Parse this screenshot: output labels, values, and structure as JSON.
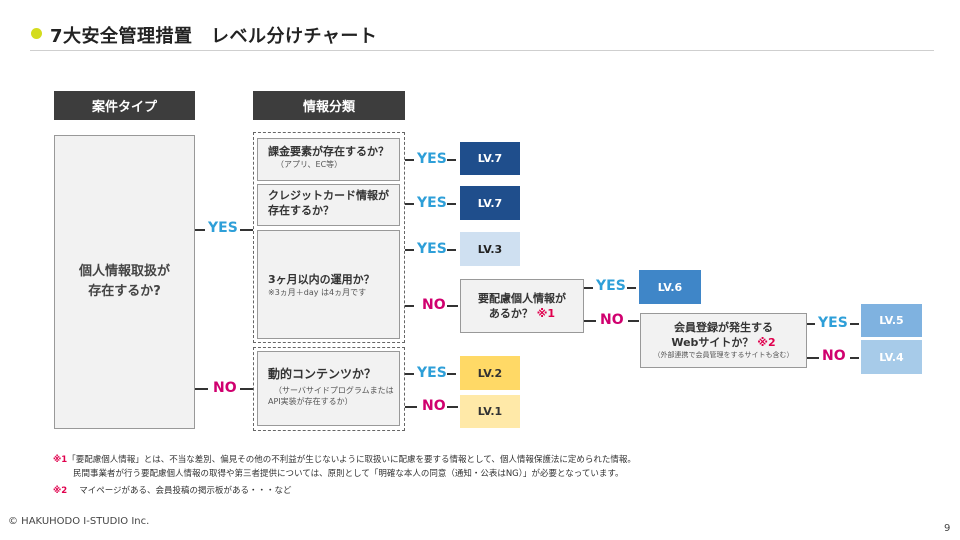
{
  "title": "7大安全管理措置　レベル分けチャート",
  "headers": {
    "case_type": "案件タイプ",
    "info_class": "情報分類"
  },
  "root_question": [
    "個人情報取扱が",
    "存在するか?"
  ],
  "labels": {
    "yes": "YES",
    "no": "NO"
  },
  "questions": {
    "billing": {
      "main": "課金要素が存在するか？",
      "sub": "（アプリ、EC等）"
    },
    "credit": {
      "main1": "クレジットカード情報が",
      "main2": "存在するか？"
    },
    "three_months": {
      "main": "3ヶ月以内の運用か？",
      "sub": "※3ヵ月＋day は4ヵ月です"
    },
    "sensitive": {
      "main1": "要配慮個人情報が",
      "main2": "あるか？",
      "mark": "※1"
    },
    "membership": {
      "main1": "会員登録が発生する",
      "main2": "Webサイトか？",
      "mark": "※2",
      "sub": "（外部連携で会員管理をするサイトも含む）"
    },
    "dynamic": {
      "main": "動的コンテンツか？",
      "sub1": "（サーバサイドプログラムまたは",
      "sub2": "API実装が存在するか）"
    }
  },
  "levels": {
    "lv7a": "LV.7",
    "lv7b": "LV.7",
    "lv3": "LV.3",
    "lv6": "LV.6",
    "lv5": "LV.5",
    "lv4": "LV.4",
    "lv2": "LV.2",
    "lv1": "LV.1"
  },
  "colors": {
    "lv7": "#1f4e8c",
    "lv6": "#3f86c8",
    "lv5": "#7fb2e0",
    "lv4": "#a7cbe9",
    "lv3": "#cfe0f1",
    "lv2": "#ffd966",
    "lv1": "#ffe9a8",
    "yes": "#2e9fd8",
    "no": "#d0006f",
    "accent_dot": "#d4dc1e"
  },
  "notes": {
    "n1_mark": "※1",
    "n1_line1": "「要配慮個人情報」とは、不当な差別、偏見その他の不利益が生じないように取扱いに配慮を要する情報として、個人情報保護法に定められた情報。",
    "n1_line2": "民間事業者が行う要配慮個人情報の取得や第三者提供については、原則として「明確な本人の同意（通知・公表はNG）」が必要となっています。",
    "n2_mark": "※2",
    "n2_text": "マイページがある、会員投稿の掲示板がある・・・など"
  },
  "footer": {
    "copyright": "© HAKUHODO I-STUDIO Inc.",
    "page": "9"
  }
}
